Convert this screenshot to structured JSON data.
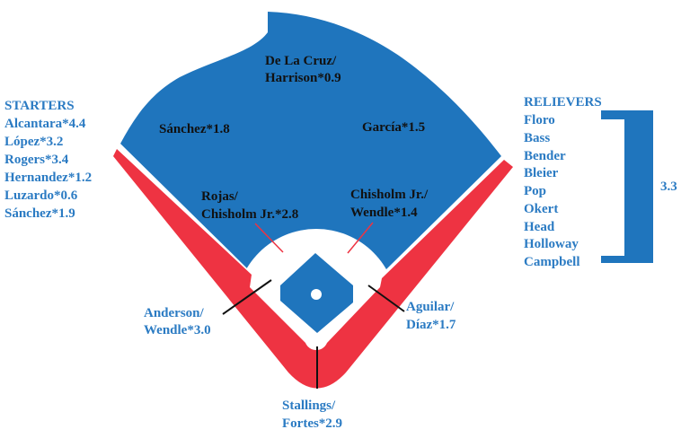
{
  "colors": {
    "field": "#1f75bd",
    "foul": "#ee3342",
    "label_blue": "#2b7bc3",
    "label_dark": "#111111"
  },
  "starters": {
    "heading": "STARTERS",
    "items": [
      "Alcantara*4.4",
      "López*3.2",
      "Rogers*3.4",
      "Hernandez*1.2",
      "Luzardo*0.6",
      "Sánchez*1.9"
    ]
  },
  "relievers": {
    "heading": "RELIEVERS",
    "items": [
      "Floro",
      "Bass",
      "Bender",
      "Bleier",
      "Pop",
      "Okert",
      "Head",
      "Holloway",
      "Campbell"
    ],
    "group_value": "3.3"
  },
  "positions": {
    "cf": [
      "De La Cruz/",
      "Harrison*0.9"
    ],
    "lf": [
      "Sánchez*1.8"
    ],
    "rf": [
      "García*1.5"
    ],
    "ss": [
      "Rojas/",
      "Chisholm Jr.*2.8"
    ],
    "2b": [
      "Chisholm Jr./",
      "Wendle*1.4"
    ],
    "3b": [
      "Anderson/",
      "Wendle*3.0"
    ],
    "1b": [
      "Aguilar/",
      "Díaz*1.7"
    ],
    "c": [
      "Stallings/",
      "Fortes*2.9"
    ]
  }
}
